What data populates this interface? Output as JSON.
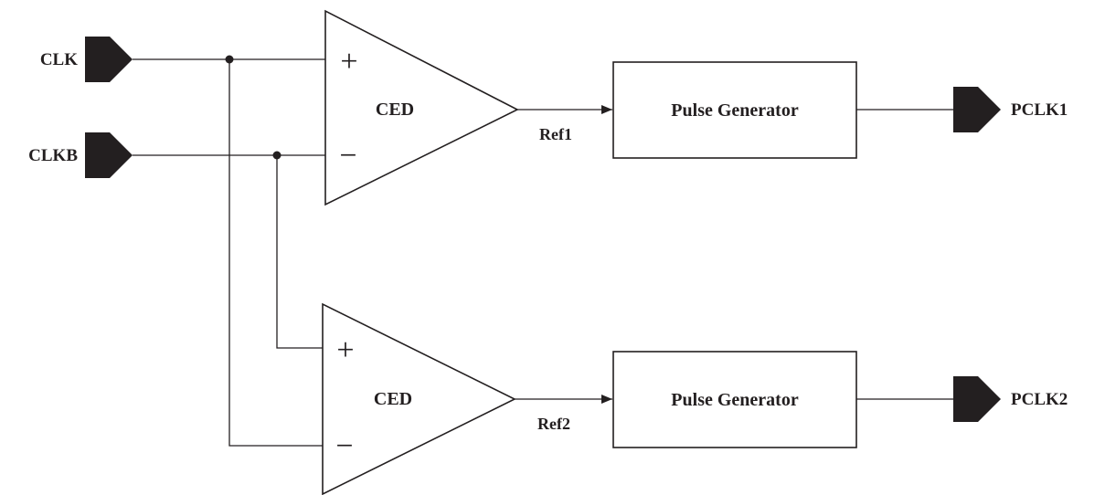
{
  "inputs": {
    "clk": "CLK",
    "clkb": "CLKB"
  },
  "outputs": {
    "pclk1": "PCLK1",
    "pclk2": "PCLK2"
  },
  "comparators": [
    {
      "label": "CED",
      "plus": "+",
      "minus": "−"
    },
    {
      "label": "CED",
      "plus": "+",
      "minus": "−"
    }
  ],
  "signals": {
    "ref1": "Ref1",
    "ref2": "Ref2"
  },
  "blocks": {
    "pulse_gen_1": "Pulse Generator",
    "pulse_gen_2": "Pulse Generator"
  },
  "colors": {
    "ink": "#231f20",
    "background": "#ffffff"
  }
}
